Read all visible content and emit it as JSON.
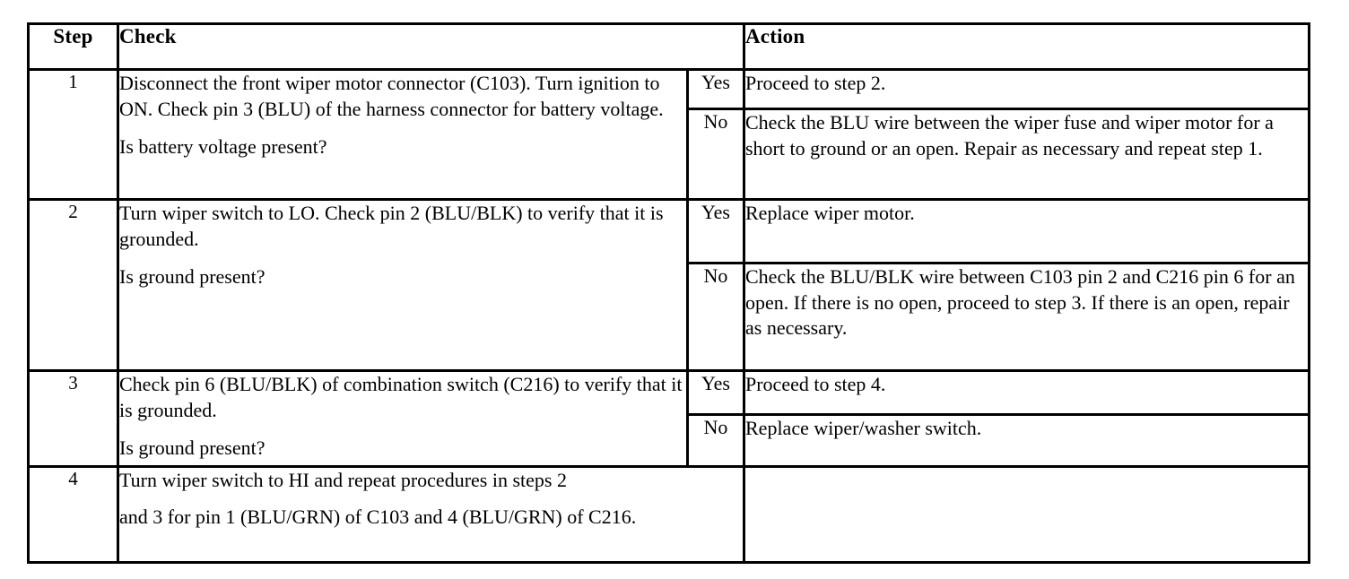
{
  "document": {
    "type": "troubleshooting-table",
    "subject": "Front wiper motor diagnostic procedure"
  },
  "table": {
    "headers": {
      "step": "Step",
      "check": "Check",
      "action": "Action"
    },
    "answer_labels": {
      "yes": "Yes",
      "no": "No"
    },
    "rows": [
      {
        "step": "1",
        "check": [
          "Disconnect the front wiper motor connector (C103). Turn ignition to ON. Check pin 3 (BLU) of the harness connector for battery voltage.",
          "Is battery voltage present?"
        ],
        "yes_label": "Yes",
        "yes_action": "Proceed to step 2.",
        "no_label": "No",
        "no_action": "Check the BLU wire between the wiper fuse and wiper motor for a short to ground or an open.  Repair as necessary and repeat step 1."
      },
      {
        "step": "2",
        "check": [
          "Turn wiper switch to LO. Check pin 2 (BLU/BLK) to verify that it is grounded.",
          "Is ground present?"
        ],
        "yes_label": "Yes",
        "yes_action": "Replace wiper motor.",
        "no_label": "No",
        "no_action": "Check the BLU/BLK wire between C103 pin 2 and C216 pin 6 for an open.  If there is no open, proceed to step 3. If there is an open, repair as necessary."
      },
      {
        "step": "3",
        "check": [
          "Check pin 6 (BLU/BLK) of combination switch (C216) to verify that it is grounded.",
          "Is ground present?"
        ],
        "yes_label": "Yes",
        "yes_action": "Proceed to step 4.",
        "no_label": "No",
        "no_action": "Replace wiper/washer switch."
      },
      {
        "step": "4",
        "check": [
          "Turn wiper switch to HI and repeat procedures in steps 2",
          "and 3 for pin 1 (BLU/GRN) of C103 and 4 (BLU/GRN) of C216."
        ],
        "yes_label": "",
        "yes_action": "",
        "no_label": "",
        "no_action": ""
      }
    ]
  }
}
